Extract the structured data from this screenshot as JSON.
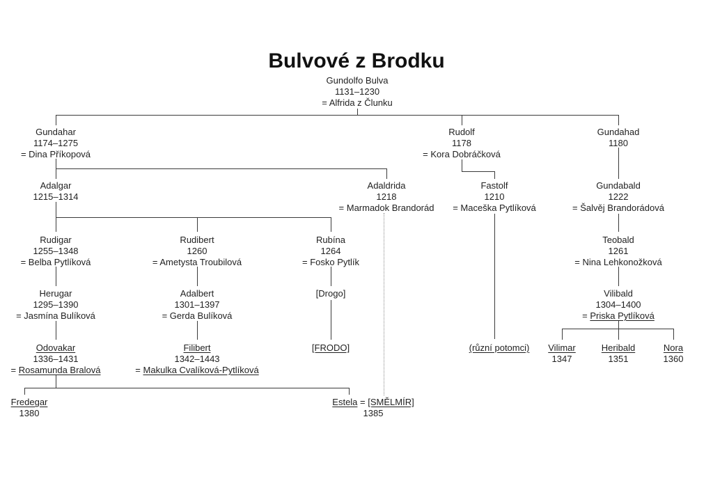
{
  "title": "Bulvové z Brodku",
  "persons": {
    "gundolfo": {
      "name": "Gundolfo Bulva",
      "dates": "1131–1230",
      "spouse": "= Alfrida z Člunku"
    },
    "gundahar": {
      "name": "Gundahar",
      "dates": "1174–1275",
      "spouse": "= Dina Příkopová"
    },
    "rudolf": {
      "name": "Rudolf",
      "dates": "1178",
      "spouse": "= Kora Dobráčková"
    },
    "gundahad": {
      "name": "Gundahad",
      "dates": "1180"
    },
    "adalgar": {
      "name": "Adalgar",
      "dates": "1215–1314"
    },
    "adaldrida": {
      "name": "Adaldrida",
      "dates": "1218",
      "spouse": "= Marmadok Brandorád"
    },
    "fastolf": {
      "name": "Fastolf",
      "dates": "1210",
      "spouse": "= Maceška Pytlíková"
    },
    "gundabald": {
      "name": "Gundabald",
      "dates": "1222",
      "spouse": "= Šalvěj Brandorádová"
    },
    "rudigar": {
      "name": "Rudigar",
      "dates": "1255–1348",
      "spouse": "= Belba Pytlíková"
    },
    "rudibert": {
      "name": "Rudibert",
      "dates": "1260",
      "spouse": "= Ametysta Troubilová"
    },
    "rubina": {
      "name": "Rubína",
      "dates": "1264",
      "spouse": "= Fosko Pytlík"
    },
    "teobald": {
      "name": "Teobald",
      "dates": "1261",
      "spouse": "= Nina Lehkonožková"
    },
    "herugar": {
      "name": "Herugar",
      "dates": "1295–1390",
      "spouse": "= Jasmína Bulíková"
    },
    "adalbert": {
      "name": "Adalbert",
      "dates": "1301–1397",
      "spouse": "= Gerda Bulíková"
    },
    "drogo": {
      "name": "[Drogo]"
    },
    "vilibald": {
      "name": "Vilibald",
      "dates": "1304–1400",
      "spouse_eq": "=",
      "spouse_name": "Priska Pytlíková"
    },
    "odovakar": {
      "name": "Odovakar",
      "dates": "1336–1431",
      "spouse_eq": "=",
      "spouse_name": "Rosamunda Bralová"
    },
    "filibert": {
      "name": "Filibert",
      "dates": "1342–1443",
      "spouse_eq": "=",
      "spouse_name": "Makulka Cvalíková-Pytlíková"
    },
    "frodo": {
      "name": "[FRODO]"
    },
    "ruzni": {
      "name": "(různí potomci)"
    },
    "vilimar": {
      "name": "Vilimar",
      "dates": "1347"
    },
    "heribald": {
      "name": "Heribald",
      "dates": "1351"
    },
    "nora": {
      "name": "Nora",
      "dates": "1360"
    },
    "fredegar": {
      "name": "Fredegar",
      "dates": "1380"
    },
    "estela": {
      "name": "Estela",
      "eq": " = ",
      "husband": "[SMĚLMÍR]",
      "dates": "1385"
    }
  }
}
